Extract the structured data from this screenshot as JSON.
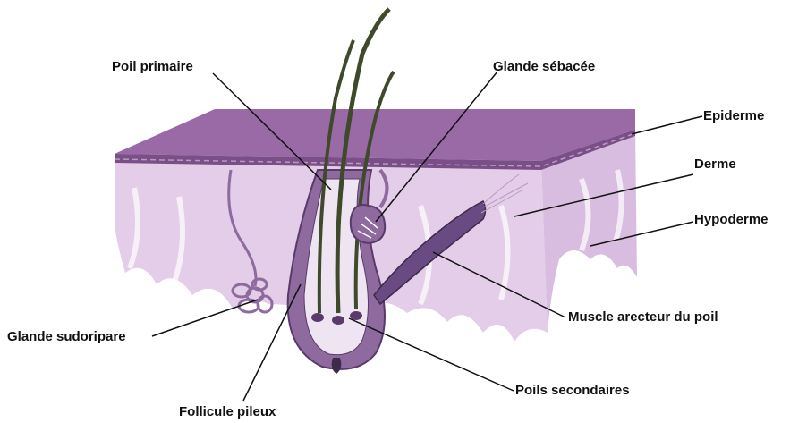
{
  "diagram": {
    "colors": {
      "epidermis_top": "#9a6aa6",
      "epidermis_band": "#7a4f88",
      "dermis": "#e4cde8",
      "dermis_light": "#f1e3f3",
      "follicle": "#8e6a9e",
      "follicle_dark": "#5a3a6a",
      "hair": "#3e4a2a",
      "muscle": "#6a4a82",
      "leader_line": "#111111"
    },
    "labels": {
      "poil_primaire": "Poil primaire",
      "glande_sebacee": "Glande sébacée",
      "epiderme": "Epiderme",
      "derme": "Derme",
      "hypoderme": "Hypoderme",
      "muscle_arecteur": "Muscle arecteur du poil",
      "glande_sudoripare": "Glande sudoripare",
      "follicule_pileux": "Follicule pileux",
      "poils_secondaires": "Poils secondaires"
    }
  }
}
